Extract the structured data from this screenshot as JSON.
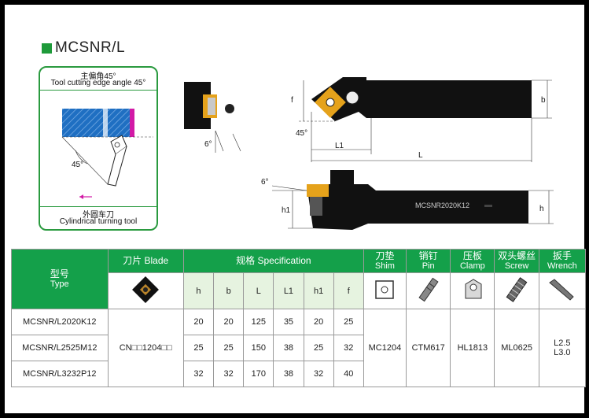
{
  "title": "MCSNR/L",
  "angle_box": {
    "cn": "主偏角45°",
    "en": "Tool cutting edge angle 45°",
    "angle": "45°",
    "bottom_cn": "外圆车刀",
    "bottom_en": "Cylindrical turning tool"
  },
  "drawing": {
    "angle_6_side": "6°",
    "label_f": "f",
    "label_45": "45°",
    "label_L1": "L1",
    "label_L": "L",
    "label_b": "b",
    "label_6": "6°",
    "label_h1": "h1",
    "label_h": "h",
    "engraving": "MCSNR2020K12"
  },
  "table": {
    "type_zh": "型号",
    "type_en": "Type",
    "blade_label": "刀片 Blade",
    "spec_label": "规格 Specification",
    "shim_zh": "刀垫",
    "shim_en": "Shim",
    "pin_zh": "销钉",
    "pin_en": "Pin",
    "clamp_zh": "压板",
    "clamp_en": "Clamp",
    "screw_zh": "双头螺丝",
    "screw_en": "Screw",
    "wrench_zh": "扳手",
    "wrench_en": "Wrench",
    "cols": [
      "h",
      "b",
      "L",
      "L1",
      "h1",
      "f"
    ],
    "blade": "CN□□1204□□",
    "shim": "MC1204",
    "pin": "CTM617",
    "clamp": "HL1813",
    "screw": "ML0625",
    "wrench_1": "L2.5",
    "wrench_2": "L3.0",
    "rows": [
      {
        "type": "MCSNR/L2020K12",
        "h": "20",
        "b": "20",
        "L": "125",
        "L1": "35",
        "h1": "20",
        "f": "25"
      },
      {
        "type": "MCSNR/L2525M12",
        "h": "25",
        "b": "25",
        "L": "150",
        "L1": "38",
        "h1": "25",
        "f": "32"
      },
      {
        "type": "MCSNR/L3232P12",
        "h": "32",
        "b": "32",
        "L": "170",
        "L1": "38",
        "h1": "32",
        "f": "40"
      }
    ]
  }
}
